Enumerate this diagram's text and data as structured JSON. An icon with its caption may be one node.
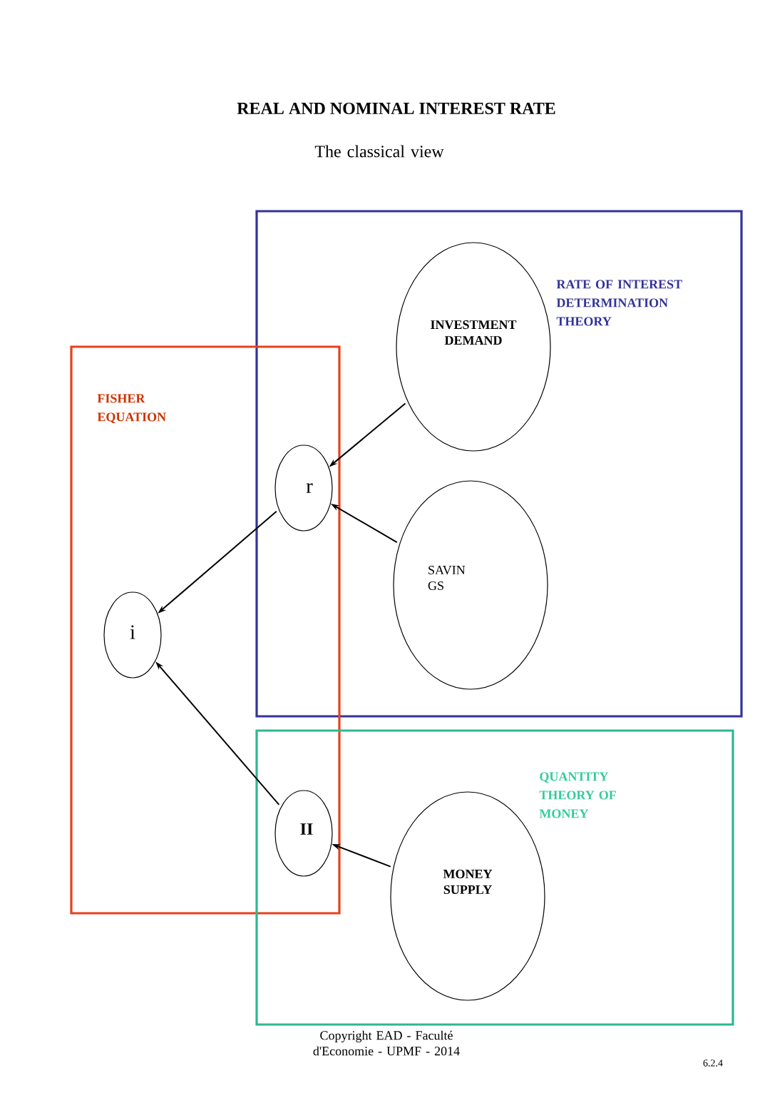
{
  "diagram": {
    "title": "REAL AND NOMINAL INTEREST RATE",
    "nodes": [
      {
        "text": [
          "RATE OF INTEREST DETERMINATION THEORY"
        ]
      },
      {
        "text": [
          "INVESTMENT DEMAND"
        ],
        "in": 0
      },
      {
        "text": [
          "FISHER EQUATION"
        ]
      },
      {
        "text": [
          "r"
        ]
      },
      {
        "text": [
          "SAVIN GS"
        ],
        "in": 0
      },
      {
        "text": [
          "i"
        ],
        "in": 2
      },
      {
        "text": [
          "QUANTITY THEORY OF MONEY"
        ]
      },
      {
        "text": [
          "II"
        ]
      },
      {
        "text": [
          "MONEY SUPPLY"
        ],
        "in": 6
      }
    ],
    "edges": [
      {
        "from": 1,
        "to": 3,
        "arrow": "to"
      },
      {
        "from": 4,
        "to": 3,
        "arrow": "to"
      },
      {
        "from": 3,
        "to": 5,
        "arrow": "to"
      },
      {
        "from": 7,
        "to": 5,
        "arrow": "to"
      },
      {
        "from": 8,
        "to": 7,
        "arrow": "to"
      }
    ],
    "labels": [
      "The classical view",
      "Copyright EAD - Faculté d'Economie - UPMF - 2014",
      "6.2.4"
    ]
  }
}
